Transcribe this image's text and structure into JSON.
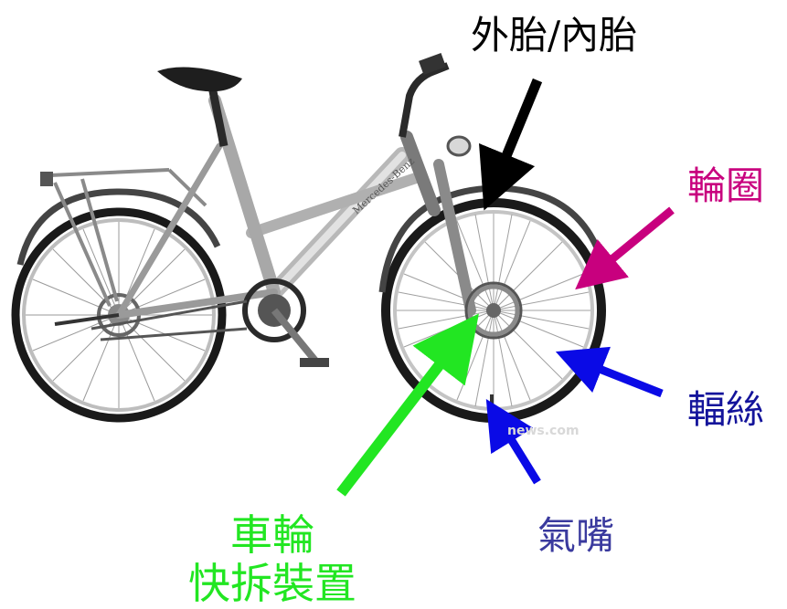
{
  "labels": {
    "tire": "外胎/內胎",
    "rim": "輪圈",
    "spokes": "輻絲",
    "valve": "氣嘴",
    "quick_release_line1": "車輪",
    "quick_release_line2": "快拆裝置"
  },
  "watermark": "news.com",
  "colors": {
    "tire": "#000000",
    "rim": "#c8007e",
    "spokes": "#14149b",
    "valve": "#3a3a9e",
    "quick_release": "#22e622",
    "arrow_blue": "#0a0ae6"
  }
}
